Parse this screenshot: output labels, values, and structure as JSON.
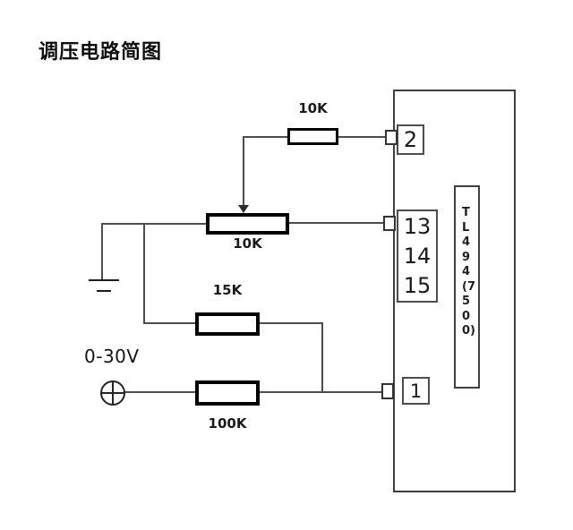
{
  "title": "调压电路简图",
  "ic": {
    "label": "TL494(7500)",
    "pins": {
      "p2": "2",
      "p13": "13",
      "p14": "14",
      "p15": "15",
      "p1": "1"
    }
  },
  "components": {
    "r_top": {
      "label": "10K",
      "type": "resistor"
    },
    "potentiometer": {
      "label": "10K",
      "type": "potentiometer"
    },
    "r_mid": {
      "label": "15K",
      "type": "resistor"
    },
    "r_bottom": {
      "label": "100K",
      "type": "resistor"
    },
    "source": {
      "label": "0-30V",
      "type": "voltage-source"
    }
  },
  "icons": {
    "ground": "ground-icon",
    "source": "voltage-source-icon",
    "wiper": "wiper-arrow-icon"
  },
  "colors": {
    "background": "#ffffff",
    "wire": "#4d4d4d",
    "component_border": "#000000",
    "ic_border": "#3f3f3f",
    "text": "#1a1a1a"
  }
}
